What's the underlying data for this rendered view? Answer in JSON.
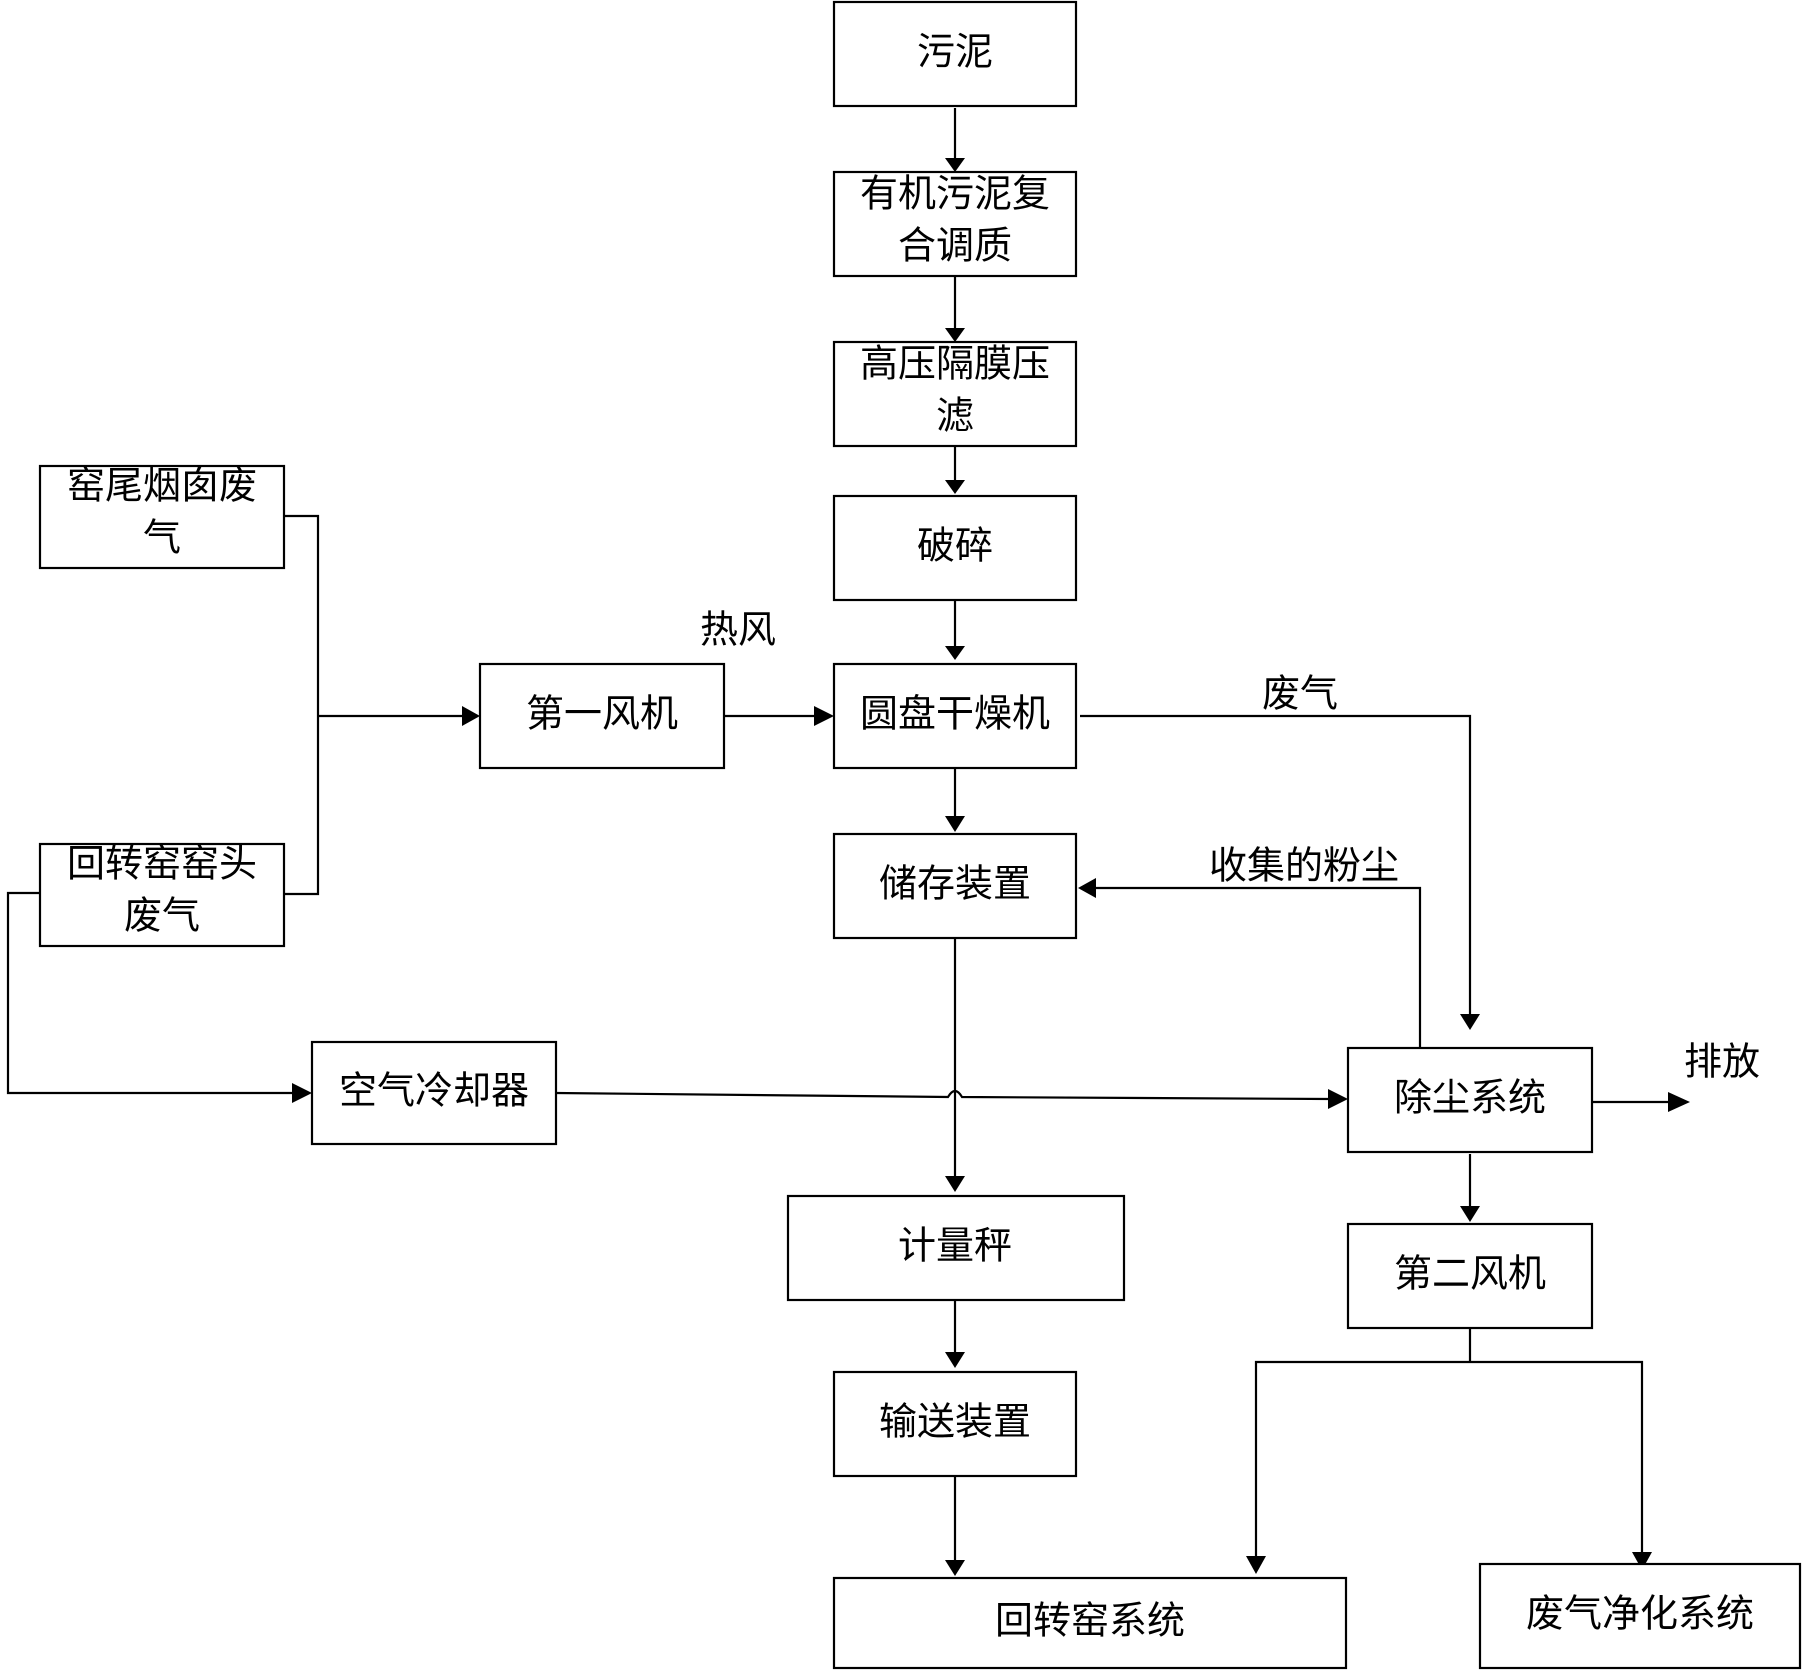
{
  "nodes": [
    {
      "id": "sludge",
      "lines": [
        "污泥"
      ]
    },
    {
      "id": "conditioning",
      "lines": [
        "有机污泥复",
        "合调质"
      ]
    },
    {
      "id": "filter",
      "lines": [
        "高压隔膜压",
        "滤"
      ]
    },
    {
      "id": "crush",
      "lines": [
        "破碎"
      ]
    },
    {
      "id": "dryer",
      "lines": [
        "圆盘干燥机"
      ]
    },
    {
      "id": "fan1",
      "lines": [
        "第一风机"
      ]
    },
    {
      "id": "storage",
      "lines": [
        "储存装置"
      ]
    },
    {
      "id": "scale",
      "lines": [
        "计量秤"
      ]
    },
    {
      "id": "conveyor",
      "lines": [
        "输送装置"
      ]
    },
    {
      "id": "kiln",
      "lines": [
        "回转窑系统"
      ]
    },
    {
      "id": "tail_gas",
      "lines": [
        "窑尾烟囱废",
        "气"
      ]
    },
    {
      "id": "head_gas",
      "lines": [
        "回转窑窑头",
        "废气"
      ]
    },
    {
      "id": "cooler",
      "lines": [
        "空气冷却器"
      ]
    },
    {
      "id": "dust",
      "lines": [
        "除尘系统"
      ]
    },
    {
      "id": "fan2",
      "lines": [
        "第二风机"
      ]
    },
    {
      "id": "purify",
      "lines": [
        "废气净化系统"
      ]
    }
  ],
  "labels": {
    "hot_air": "热风",
    "exhaust": "废气",
    "collected_dust": "收集的粉尘",
    "discharge": "排放"
  }
}
